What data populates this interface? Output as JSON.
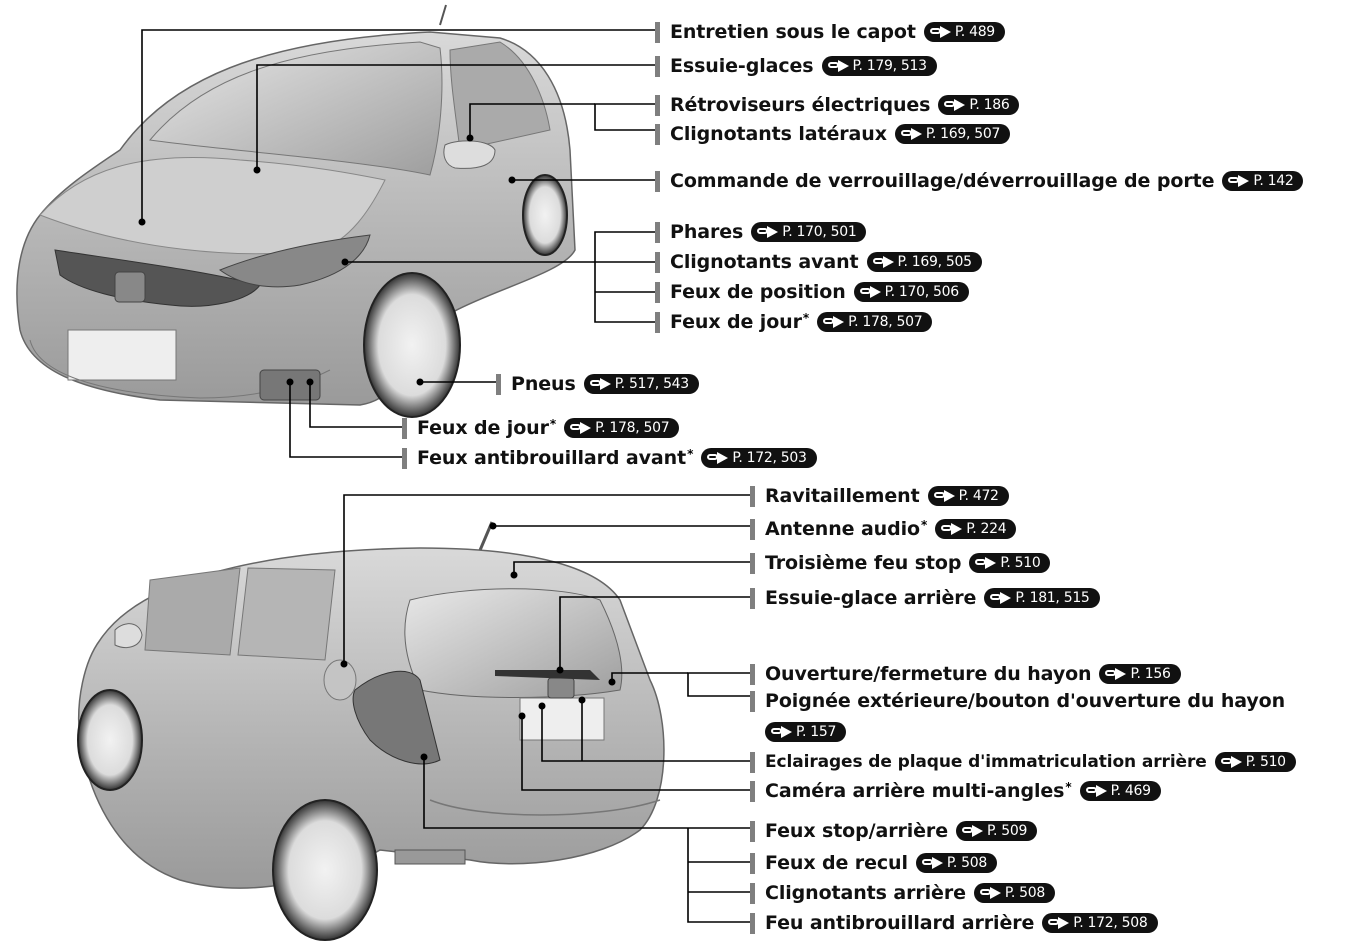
{
  "callouts_top": [
    {
      "id": "entretien",
      "label": "Entretien sous le capot",
      "star": "",
      "ref": "P. 489"
    },
    {
      "id": "essuie",
      "label": "Essuie-glaces",
      "star": "",
      "ref": "P. 179, 513"
    },
    {
      "id": "retro",
      "label": "Rétroviseurs électriques",
      "star": "",
      "ref": "P. 186"
    },
    {
      "id": "clign-lat",
      "label": "Clignotants latéraux",
      "star": "",
      "ref": "P. 169, 507"
    },
    {
      "id": "verrou",
      "label": "Commande de verrouillage/déverrouillage de porte",
      "star": "",
      "ref": "P. 142"
    },
    {
      "id": "phares",
      "label": "Phares",
      "star": "",
      "ref": "P. 170, 501"
    },
    {
      "id": "clign-av",
      "label": "Clignotants avant",
      "star": "",
      "ref": "P. 169, 505"
    },
    {
      "id": "feux-pos",
      "label": "Feux de position",
      "star": "",
      "ref": "P. 170, 506"
    },
    {
      "id": "feux-jour-1",
      "label": "Feux de jour",
      "star": "*",
      "ref": "P. 178, 507"
    },
    {
      "id": "pneus",
      "label": "Pneus",
      "star": "",
      "ref": "P. 517, 543"
    },
    {
      "id": "feux-jour-2",
      "label": "Feux de jour",
      "star": "*",
      "ref": "P. 178, 507"
    },
    {
      "id": "antibrouillard-av",
      "label": "Feux antibrouillard avant",
      "star": "*",
      "ref": "P. 172, 503"
    }
  ],
  "callouts_bottom": [
    {
      "id": "ravit",
      "label": "Ravitaillement",
      "star": "",
      "ref": "P. 472"
    },
    {
      "id": "antenne",
      "label": "Antenne audio",
      "star": "*",
      "ref": "P. 224"
    },
    {
      "id": "troisieme",
      "label": "Troisième feu stop",
      "star": "",
      "ref": "P. 510"
    },
    {
      "id": "essuie-ar",
      "label": "Essuie-glace arrière",
      "star": "",
      "ref": "P. 181, 515"
    },
    {
      "id": "hayon",
      "label": "Ouverture/fermeture du hayon",
      "star": "",
      "ref": "P. 156"
    },
    {
      "id": "poignee",
      "label": "Poignée extérieure/bouton d'ouverture du hayon",
      "star": "",
      "ref": ""
    },
    {
      "id": "eclairage-plaque",
      "label": "Eclairages de plaque d'immatriculation arrière",
      "star": "",
      "ref": "P. 510"
    },
    {
      "id": "camera",
      "label": "Caméra arrière multi-angles",
      "star": "*",
      "ref": "P. 469"
    },
    {
      "id": "feux-stop",
      "label": "Feux stop/arrière",
      "star": "",
      "ref": "P. 509"
    },
    {
      "id": "recul",
      "label": "Feux de recul",
      "star": "",
      "ref": "P. 508"
    },
    {
      "id": "clign-ar",
      "label": "Clignotants arrière",
      "star": "",
      "ref": "P. 508"
    },
    {
      "id": "antibrouillard-ar",
      "label": "Feu antibrouillard arrière",
      "star": "",
      "ref": "P. 172, 508"
    }
  ],
  "poignee_ref": "P. 157",
  "colors": {
    "line": "#000000",
    "bar": "#7f7f7f",
    "badge": "#111111",
    "car_body": "#c8c8c8"
  }
}
